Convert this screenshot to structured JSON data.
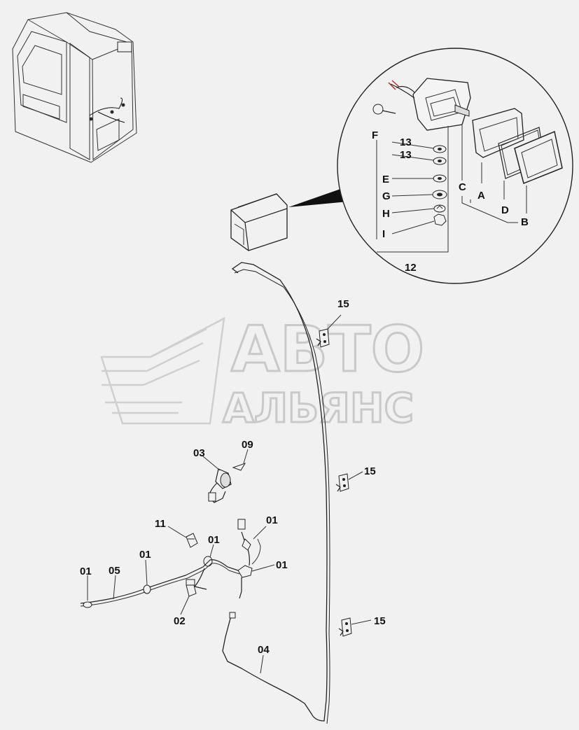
{
  "watermark": {
    "line1": "АВТО",
    "line2": "АЛЬЯНС"
  },
  "detail_callout": {
    "labels": {
      "F": "F",
      "s13a": "13",
      "s13b": "13",
      "E": "E",
      "G": "G",
      "H": "H",
      "I": "I",
      "C": "C",
      "A": "A",
      "D": "D",
      "B": "B",
      "n12": "12"
    }
  },
  "parts": {
    "p15_top": "15",
    "p15_mid": "15",
    "p15_bot": "15",
    "p03": "03",
    "p09": "09",
    "p11": "11",
    "p01_a": "01",
    "p01_b": "01",
    "p01_c": "01",
    "p01_d": "01",
    "p01_e": "01",
    "p05": "05",
    "p02": "02",
    "p04": "04"
  }
}
